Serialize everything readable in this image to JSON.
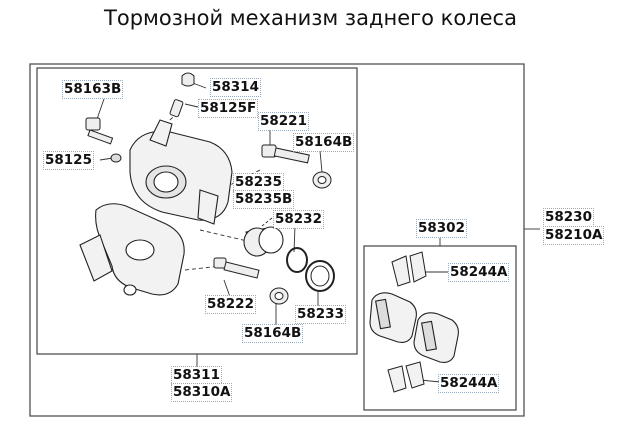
{
  "title": "Тормозной механизм заднего колеса",
  "labels": {
    "p58163B": "58163B",
    "p58314": "58314",
    "p58125F": "58125F",
    "p58221": "58221",
    "p58164B_top": "58164B",
    "p58125": "58125",
    "p58235": "58235",
    "p58235B": "58235B",
    "p58232": "58232",
    "p58222": "58222",
    "p58233": "58233",
    "p58164B_bottom": "58164B",
    "p58302": "58302",
    "p58244A_top": "58244A",
    "p58244A_bottom": "58244A",
    "p58230": "58230",
    "p58210A": "58210A",
    "p58311": "58311",
    "p58310A": "58310A"
  },
  "colors": {
    "line": "#333333",
    "part_fill": "#eeeeee",
    "part_stroke": "#222222"
  }
}
